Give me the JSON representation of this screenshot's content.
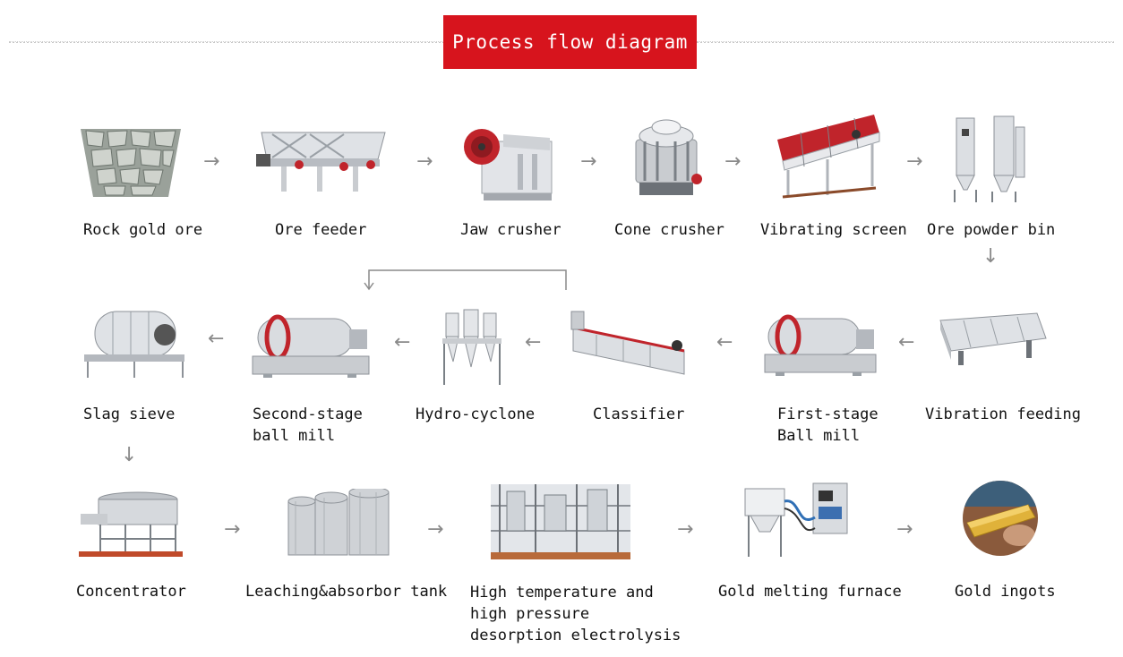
{
  "title": "Process flow diagram",
  "nodes": [
    {
      "id": "rock-gold-ore",
      "label": "Rock gold ore"
    },
    {
      "id": "ore-feeder",
      "label": "Ore feeder"
    },
    {
      "id": "jaw-crusher",
      "label": "Jaw crusher"
    },
    {
      "id": "cone-crusher",
      "label": "Cone crusher"
    },
    {
      "id": "vibrating-screen",
      "label": "Vibrating screen"
    },
    {
      "id": "ore-powder-bin",
      "label": "Ore powder bin"
    },
    {
      "id": "vibration-feeding",
      "label": "Vibration feeding"
    },
    {
      "id": "first-stage-ball-mill",
      "label": "First-stage\nBall mill"
    },
    {
      "id": "classifier",
      "label": "Classifier"
    },
    {
      "id": "hydro-cyclone",
      "label": "Hydro-cyclone"
    },
    {
      "id": "second-stage-ball-mill",
      "label": "Second-stage\nball mill"
    },
    {
      "id": "slag-sieve",
      "label": "Slag sieve"
    },
    {
      "id": "concentrator",
      "label": "Concentrator"
    },
    {
      "id": "leaching-tank",
      "label": "Leaching&absorbor tank"
    },
    {
      "id": "desorption",
      "label": "High temperature and\nhigh pressure\ndesorption electrolysis"
    },
    {
      "id": "gold-melting-furnace",
      "label": "Gold melting furnace"
    },
    {
      "id": "gold-ingots",
      "label": "Gold ingots"
    }
  ],
  "arrows": {
    "right": "→",
    "left": "←",
    "down": "↓"
  },
  "colors": {
    "title_bg": "#d7141d",
    "title_text": "#ffffff",
    "arrow": "#8a8a8a",
    "machine_red": "#c0242b",
    "steel": "#c9ccd0"
  }
}
